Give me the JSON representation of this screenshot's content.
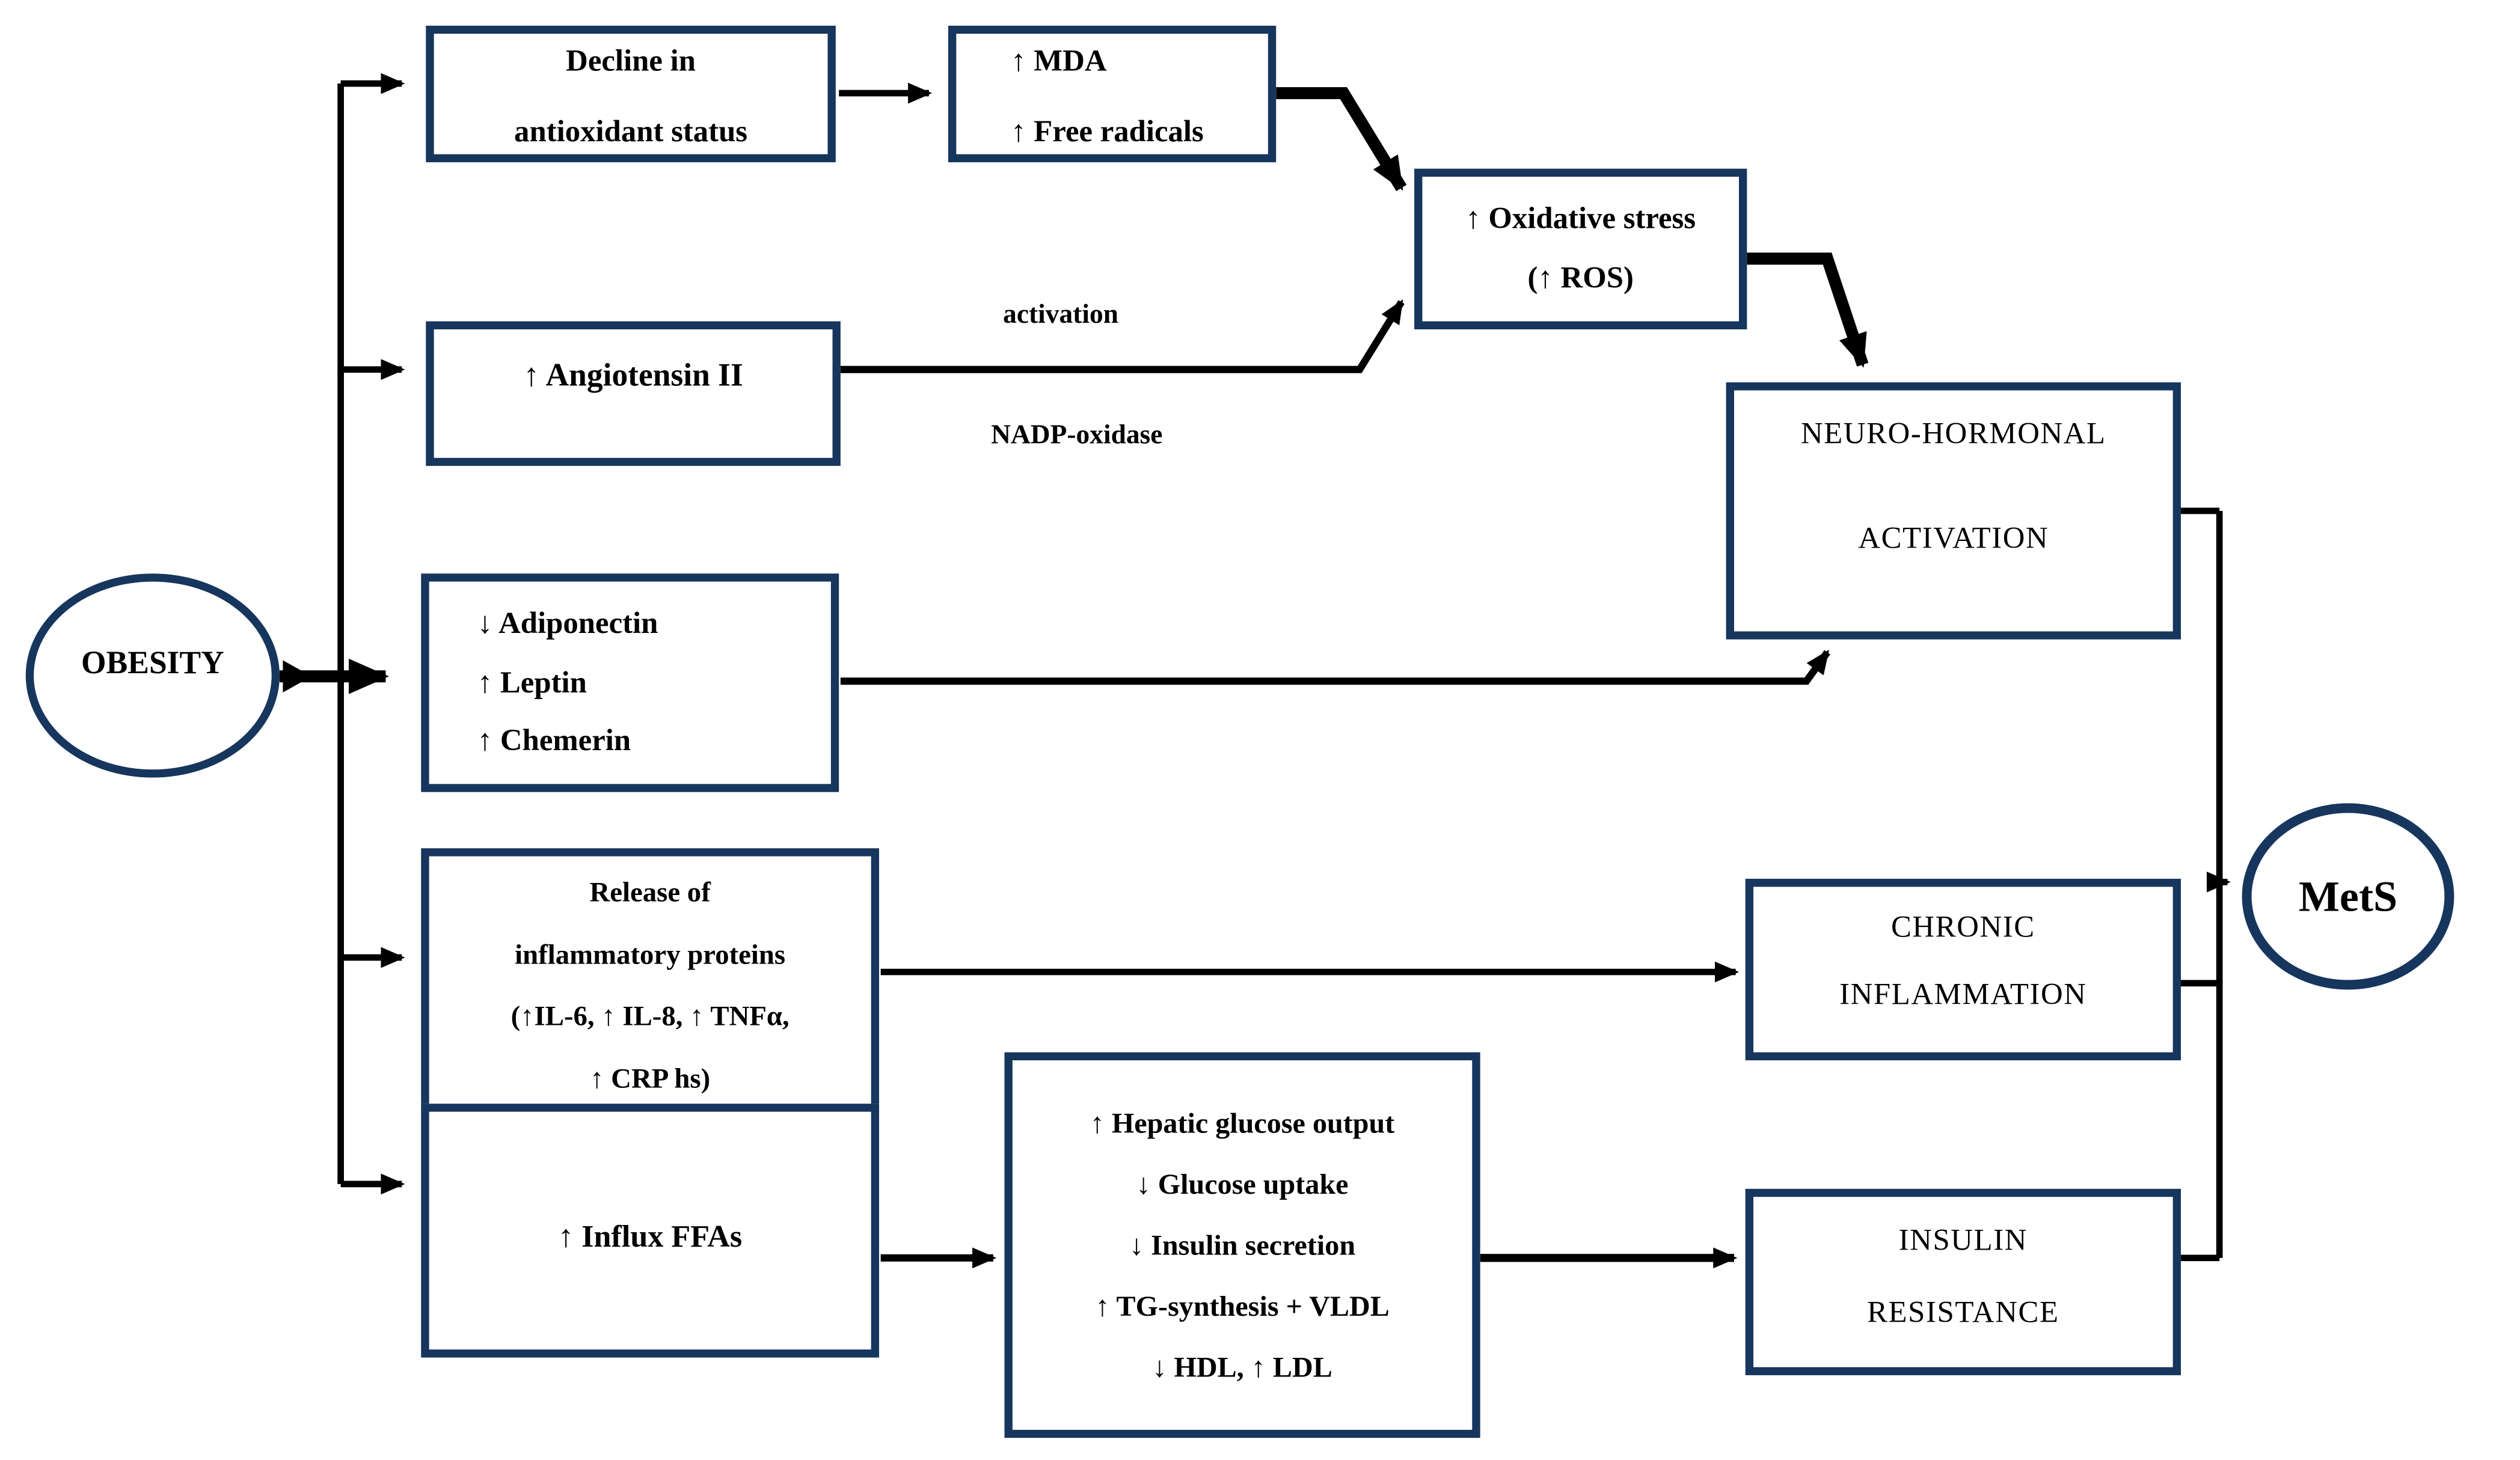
{
  "diagram": {
    "border_color": "#17365d",
    "line_color": "#000000",
    "background_color": "#ffffff"
  },
  "nodes": {
    "obesity": {
      "label": "OBESITY"
    },
    "decline": {
      "lines": [
        "Decline in",
        "antioxidant status"
      ]
    },
    "mda": {
      "lines": [
        "↑ MDA",
        "↑ Free radicals"
      ]
    },
    "oxidative": {
      "lines": [
        "↑ Oxidative stress",
        "(↑ ROS)"
      ]
    },
    "angiotensin": {
      "lines": [
        "↑ Angiotensin II"
      ]
    },
    "adiponectin": {
      "lines": [
        "↓ Adiponectin",
        "↑ Leptin",
        "↑ Chemerin"
      ]
    },
    "release": {
      "lines": [
        "Release of",
        "inflammatory proteins",
        "(↑IL-6, ↑ IL-8, ↑ TNFα,",
        "↑ CRP hs)"
      ]
    },
    "influx": {
      "lines": [
        "↑ Influx FFAs"
      ]
    },
    "hepatic": {
      "lines": [
        "↑ Hepatic glucose output",
        "↓ Glucose uptake",
        "↓ Insulin secretion",
        "↑ TG-synthesis + VLDL",
        "↓ HDL, ↑ LDL"
      ]
    },
    "neuro": {
      "lines": [
        "NEURO-HORMONAL",
        "ACTIVATION"
      ]
    },
    "chronic": {
      "lines": [
        "CHRONIC",
        "INFLAMMATION"
      ]
    },
    "insulin": {
      "lines": [
        "INSULIN",
        "RESISTANCE"
      ]
    },
    "mets": {
      "label": "MetS"
    }
  },
  "edge_labels": {
    "activation": "activation",
    "nadp": "NADP-oxidase"
  }
}
